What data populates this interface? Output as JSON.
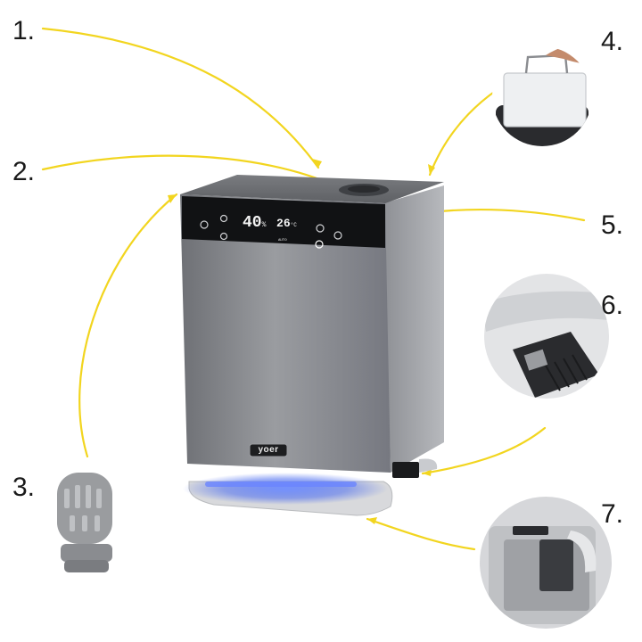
{
  "labels": [
    "1.",
    "2.",
    "3.",
    "4.",
    "5.",
    "6.",
    "7."
  ],
  "device": {
    "display_humidity": "40",
    "display_humidity_unit": "%",
    "display_temp": "26",
    "display_temp_unit": "°C",
    "display_small": "AUTO",
    "brand": "yoer"
  },
  "colors": {
    "arrow": "#f2d51f",
    "body": "#8c8e92",
    "panel": "#111214",
    "glow": "#4f76ff",
    "display": "#f4f4f4"
  }
}
